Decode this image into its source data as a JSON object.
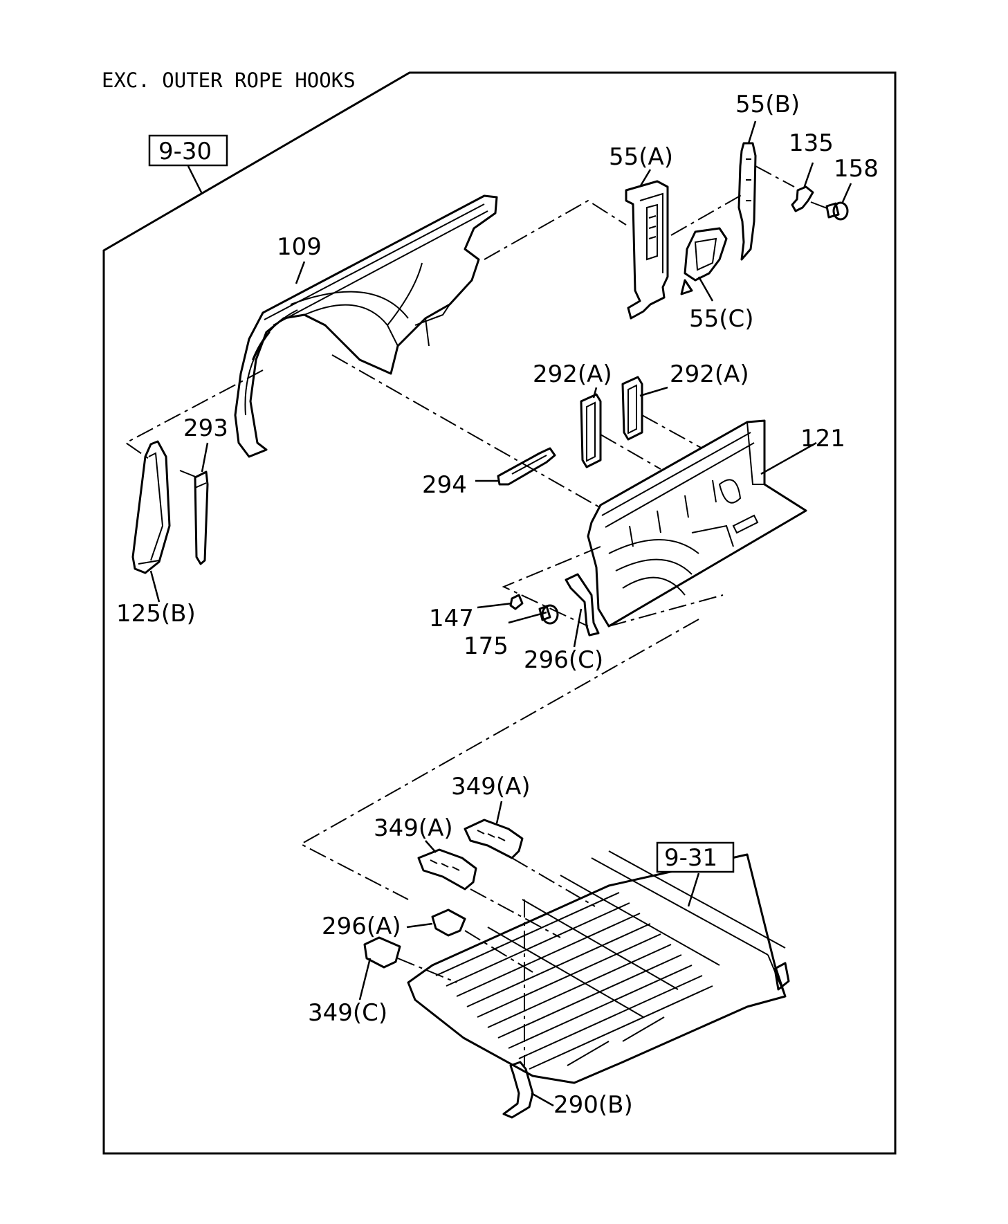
{
  "header": {
    "title": "EXC. OUTER ROPE HOOKS"
  },
  "refs": {
    "top_ref": "9-30",
    "bottom_ref": "9-31"
  },
  "callouts": {
    "c55a": "55(A)",
    "c55b": "55(B)",
    "c55c": "55(C)",
    "c135": "135",
    "c158": "158",
    "c109": "109",
    "c292a1": "292(A)",
    "c292a2": "292(A)",
    "c121": "121",
    "c293": "293",
    "c294": "294",
    "c125b": "125(B)",
    "c147": "147",
    "c175": "175",
    "c296c": "296(C)",
    "c349a1": "349(A)",
    "c349a2": "349(A)",
    "c296a": "296(A)",
    "c349c": "349(C)",
    "c290b": "290(B)"
  }
}
